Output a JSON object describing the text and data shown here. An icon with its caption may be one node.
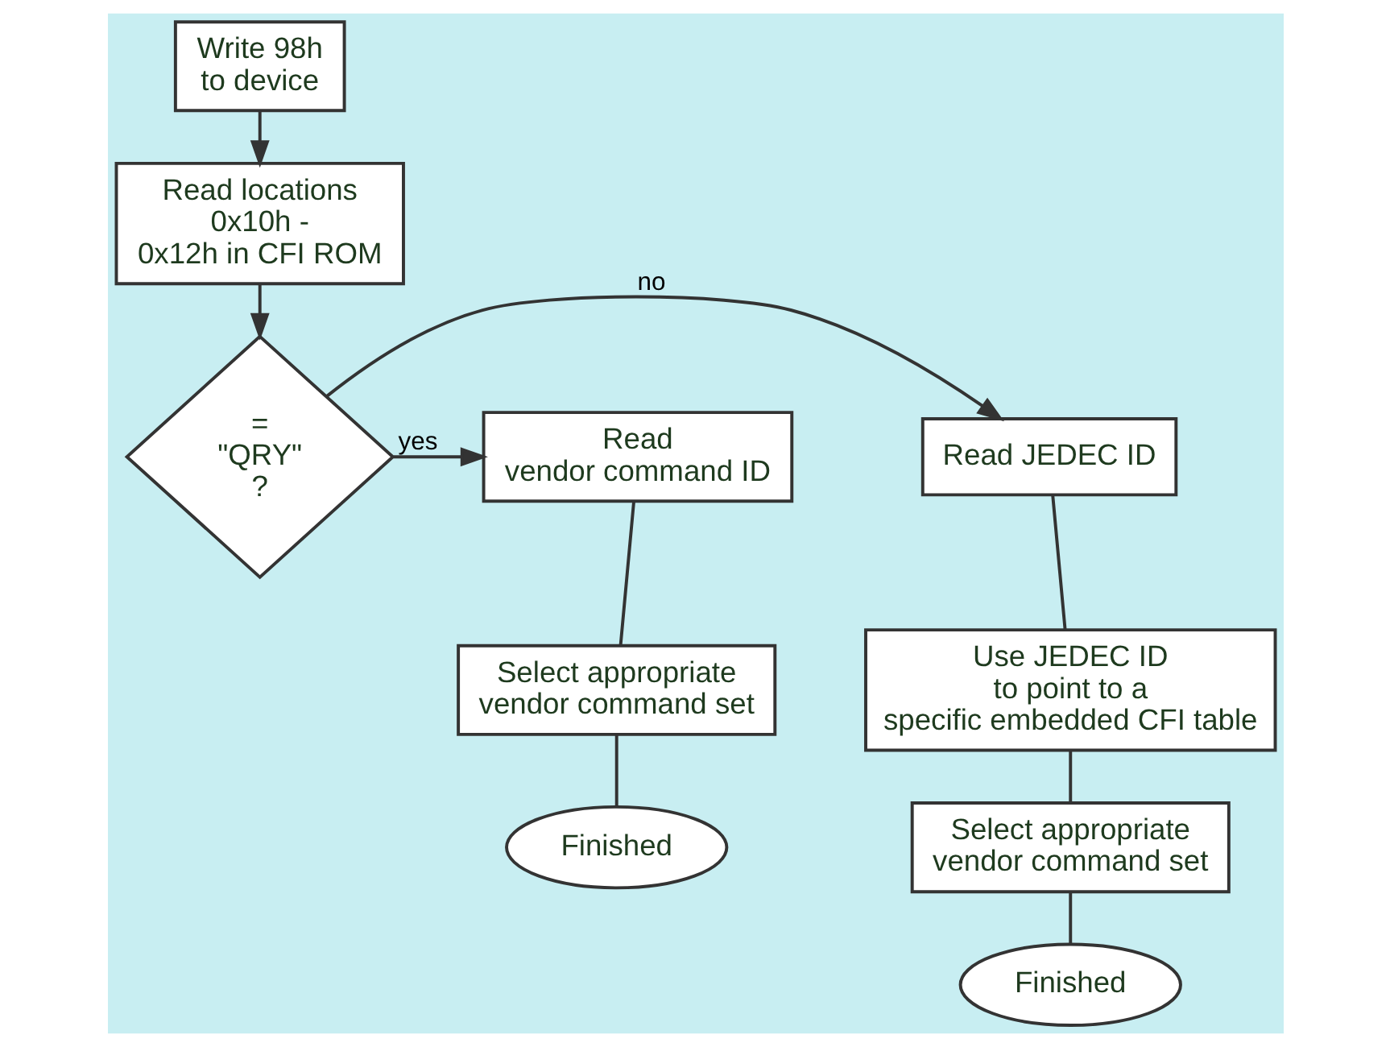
{
  "diagram": {
    "nodes": [
      {
        "text": [
          "Write 98h to device"
        ]
      },
      {
        "text": [
          "Read locations 0x10h - 0x12h in CFI ROM"
        ]
      },
      {
        "text": [
          "= \"QRY\" ?"
        ]
      },
      {
        "text": [
          "Read JEDEC ID"
        ]
      },
      {
        "text": [
          "Use JEDEC ID to point to a specific embedded CFI table"
        ]
      },
      {
        "text": [
          "Select appropriate vendor command set"
        ]
      },
      {
        "text": [
          "Finished"
        ]
      },
      {
        "text": [
          "Read vendor command ID"
        ]
      },
      {
        "text": [
          "Select appropriate vendor command set"
        ]
      },
      {
        "text": [
          "Finished"
        ]
      }
    ],
    "edges": [
      {
        "from": 0,
        "to": 1,
        "arrow": "to"
      },
      {
        "from": 1,
        "to": 2,
        "arrow": "to"
      },
      {
        "from": 2,
        "to": 3,
        "arrow": "to",
        "label": "no"
      },
      {
        "from": 2,
        "to": 7,
        "arrow": "to",
        "label": "yes"
      },
      {
        "from": 3,
        "to": 4,
        "arrow": "none"
      },
      {
        "from": 4,
        "to": 5,
        "arrow": "none"
      },
      {
        "from": 5,
        "to": 6,
        "arrow": "none"
      },
      {
        "from": 7,
        "to": 8,
        "arrow": "none"
      },
      {
        "from": 8,
        "to": 9,
        "arrow": "none"
      }
    ]
  }
}
